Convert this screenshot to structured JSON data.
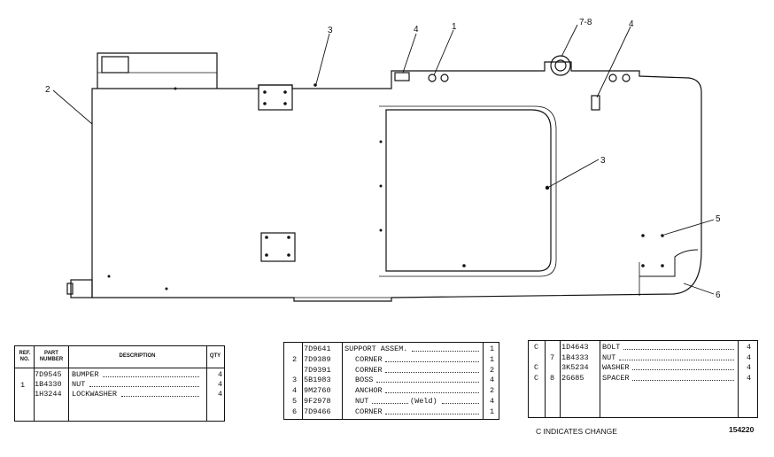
{
  "callouts": [
    "2",
    "3",
    "4",
    "1",
    "7-8",
    "4",
    "3",
    "5",
    "6"
  ],
  "table1": {
    "headers": {
      "ref": "REF. NO.",
      "part": "PART NUMBER",
      "desc": "DESCRIPTION",
      "qty": "QTY"
    },
    "group_ref": "1",
    "rows": [
      {
        "part": "7D9545",
        "desc": "BUMPER",
        "qty": "4"
      },
      {
        "part": "1B4330",
        "desc": "NUT",
        "qty": "4"
      },
      {
        "part": "1H3244",
        "desc": "LOCKWASHER",
        "qty": "4"
      }
    ]
  },
  "table2": {
    "rows": [
      {
        "ref": "",
        "part": "7D9641",
        "desc": "SUPPORT ASSEM.",
        "note": "",
        "qty": "1"
      },
      {
        "ref": "2",
        "part": "7D9389",
        "desc": "CORNER",
        "note": "",
        "qty": "1"
      },
      {
        "ref": "",
        "part": "7D9391",
        "desc": "CORNER",
        "note": "",
        "qty": "2"
      },
      {
        "ref": "3",
        "part": "5B1983",
        "desc": "BOSS",
        "note": "",
        "qty": "4"
      },
      {
        "ref": "4",
        "part": "9M2760",
        "desc": "ANCHOR",
        "note": "",
        "qty": "2"
      },
      {
        "ref": "5",
        "part": "9F2978",
        "desc": "NUT",
        "note": "(Weld)",
        "qty": "4"
      },
      {
        "ref": "6",
        "part": "7D9466",
        "desc": "CORNER",
        "note": "",
        "qty": "1"
      }
    ]
  },
  "table3": {
    "rows": [
      {
        "c": "C",
        "ref": "",
        "part": "1D4643",
        "desc": "BOLT",
        "qty": "4"
      },
      {
        "c": "",
        "ref": "7",
        "part": "1B4333",
        "desc": "NUT",
        "qty": "4"
      },
      {
        "c": "C",
        "ref": "",
        "part": "3K5234",
        "desc": "WASHER",
        "qty": "4"
      },
      {
        "c": "C",
        "ref": "8",
        "part": "2G685",
        "desc": "SPACER",
        "qty": "4"
      }
    ]
  },
  "footer": {
    "note": "C INDICATES CHANGE",
    "drawing_no": "154220"
  }
}
